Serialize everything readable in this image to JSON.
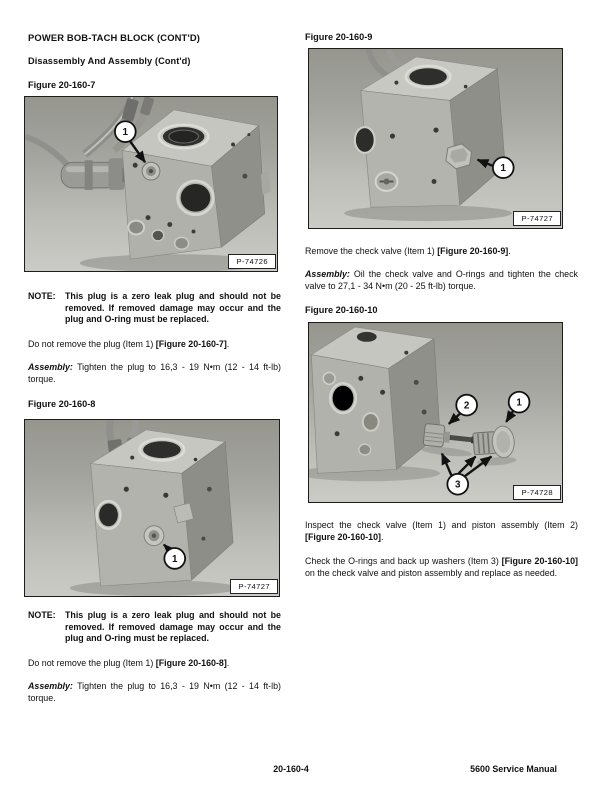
{
  "header": {
    "title": "POWER BOB-TACH BLOCK (CONT'D)",
    "subtitle": "Disassembly And Assembly (Cont'd)"
  },
  "figures": {
    "fig7": {
      "label": "Figure 20-160-7",
      "photo_id": "P-74726",
      "callout1": "1"
    },
    "fig8": {
      "label": "Figure 20-160-8",
      "photo_id": "P-74727",
      "callout1": "1"
    },
    "fig9": {
      "label": "Figure 20-160-9",
      "photo_id": "P-74727",
      "callout1": "1"
    },
    "fig10": {
      "label": "Figure 20-160-10",
      "photo_id": "P-74728",
      "callout1": "1",
      "callout2": "2",
      "callout3": "3"
    }
  },
  "notes": {
    "note1": {
      "prefix": "NOTE:",
      "text": "This plug is a zero leak plug and should not be removed. If removed damage may occur and the plug and O-ring must be replaced."
    },
    "note2": {
      "prefix": "NOTE:",
      "text": "This plug is a zero leak plug and should not be removed. If removed damage may occur and the plug and O-ring must be replaced."
    }
  },
  "paragraphs": {
    "remove_plug_7": {
      "pre": "Do not remove the plug (Item 1) ",
      "ref": "[Figure 20-160-7]",
      "post": "."
    },
    "assembly_plug_7": {
      "label": "Assembly:",
      "text": " Tighten the plug to 16,3 - 19 N•m (12 - 14 ft-lb) torque."
    },
    "remove_plug_8": {
      "pre": "Do not remove the plug (Item 1) ",
      "ref": "[Figure 20-160-8]",
      "post": "."
    },
    "assembly_plug_8": {
      "label": "Assembly:",
      "text": " Tighten the plug to 16,3 - 19 N•m (12 - 14 ft-lb) torque."
    },
    "remove_check_valve": {
      "pre": "Remove the check valve (Item 1) ",
      "ref": "[Figure 20-160-9]",
      "post": "."
    },
    "assembly_check_valve": {
      "label": "Assembly:",
      "text": " Oil the check valve and O-rings and tighten the check valve to 27,1 - 34 N•m (20 - 25 ft-lb) torque."
    },
    "inspect_valve": {
      "pre": "Inspect the check valve (Item 1) and piston assembly (Item 2) ",
      "ref": "[Figure 20-160-10]",
      "post": "."
    },
    "check_orings": {
      "pre": "Check the O-rings and back up washers (Item 3) ",
      "ref": "[Figure 20-160-10]",
      "post": " on the check valve and piston assembly and replace as needed."
    }
  },
  "footer": {
    "page_number": "20-160-4",
    "manual_name": "5600 Service Manual"
  }
}
